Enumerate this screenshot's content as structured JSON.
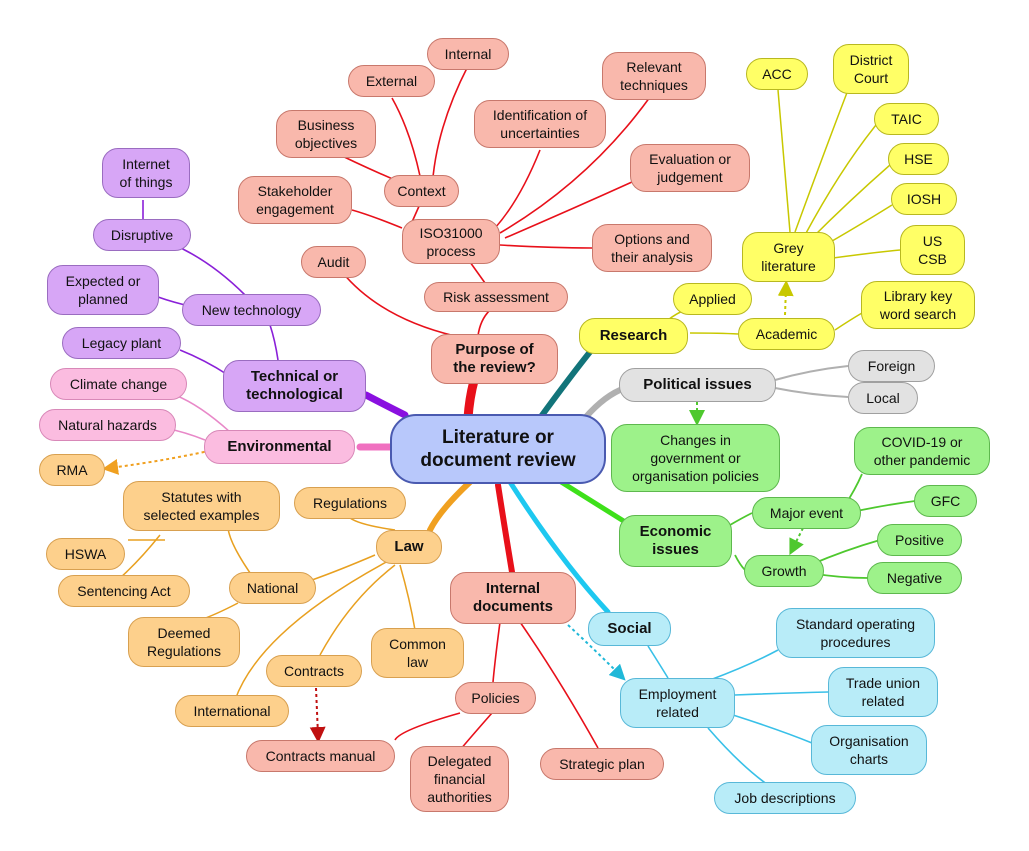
{
  "center": "Literature or\ndocument review",
  "purpose": {
    "title": "Purpose of\nthe review?",
    "audit": "Audit",
    "risk_assessment": "Risk assessment",
    "iso_process": "ISO31000\nprocess",
    "context": "Context",
    "external": "External",
    "internal": "Internal",
    "business_objectives": "Business\nobjectives",
    "stakeholder_engagement": "Stakeholder\nengagement",
    "identification_uncertainties": "Identification of\nuncertainties",
    "relevant_techniques": "Relevant\ntechniques",
    "evaluation_judgement": "Evaluation or\njudgement",
    "options_analysis": "Options and\ntheir analysis"
  },
  "research": {
    "title": "Research",
    "applied": "Applied",
    "academic": "Academic",
    "library_search": "Library key\nword search",
    "grey_literature": "Grey\nliterature",
    "acc": "ACC",
    "district_court": "District\nCourt",
    "taic": "TAIC",
    "hse": "HSE",
    "iosh": "IOSH",
    "us_csb": "US\nCSB"
  },
  "political": {
    "title": "Political issues",
    "foreign": "Foreign",
    "local": "Local"
  },
  "economic": {
    "title": "Economic\nissues",
    "changes": "Changes in\ngovernment or\norganisation policies",
    "major_event": "Major event",
    "covid": "COVID-19 or\nother pandemic",
    "gfc": "GFC",
    "growth": "Growth",
    "positive": "Positive",
    "negative": "Negative"
  },
  "social": {
    "title": "Social",
    "employment": "Employment\nrelated",
    "sop": "Standard operating\nprocedures",
    "trade_union": "Trade union\nrelated",
    "org_charts": "Organisation\ncharts",
    "job_descriptions": "Job descriptions"
  },
  "internal_documents": {
    "title": "Internal\ndocuments",
    "policies": "Policies",
    "contracts_manual": "Contracts manual",
    "delegated": "Delegated\nfinancial\nauthorities",
    "strategic_plan": "Strategic plan"
  },
  "law": {
    "title": "Law",
    "regulations": "Regulations",
    "national": "National",
    "common_law": "Common\nlaw",
    "contracts": "Contracts",
    "international": "International",
    "statutes": "Statutes with\nselected examples",
    "hswa": "HSWA",
    "sentencing_act": "Sentencing Act",
    "deemed_regulations": "Deemed\nRegulations",
    "rma": "RMA"
  },
  "environmental": {
    "title": "Environmental",
    "climate_change": "Climate change",
    "natural_hazards": "Natural hazards"
  },
  "technical": {
    "title": "Technical or\ntechnological",
    "legacy_plant": "Legacy plant",
    "new_technology": "New technology",
    "expected_planned": "Expected or\nplanned",
    "disruptive": "Disruptive",
    "iot": "Internet\nof things"
  },
  "colors": {
    "purpose_branch": "#e8101a",
    "research_branch": "#12747a",
    "political_branch": "#b0b0b0",
    "economic_branch": "#3ee01a",
    "social_branch": "#1ec8f0",
    "internal_branch": "#e8101a",
    "law_branch": "#f0a020",
    "environmental_branch": "#f070c0",
    "technical_branch": "#8a10e0",
    "research_links": "#c8c800",
    "economic_links": "#4ec82e",
    "social_links": "#38c0e8",
    "law_links": "#e8a020",
    "tech_links": "#8a20d8",
    "env_links": "#e888c8",
    "rma_arrow": "#f0a020"
  }
}
